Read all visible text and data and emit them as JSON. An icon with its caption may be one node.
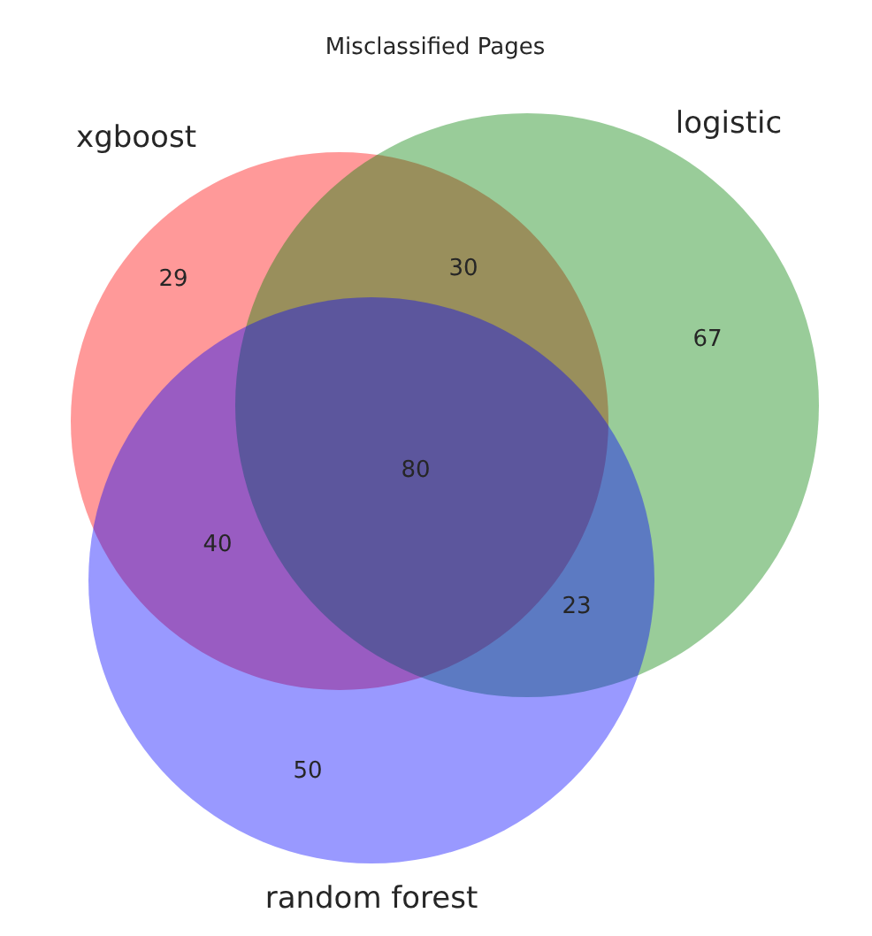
{
  "diagram": {
    "title": "Misclassified Pages",
    "nodes": [
      {
        "text": [
          "xgboost"
        ]
      },
      {
        "text": [
          "logistic"
        ]
      },
      {
        "text": [
          "random forest"
        ]
      }
    ],
    "labels": [
      "29",
      "30",
      "67",
      "80",
      "40",
      "23",
      "50"
    ]
  }
}
